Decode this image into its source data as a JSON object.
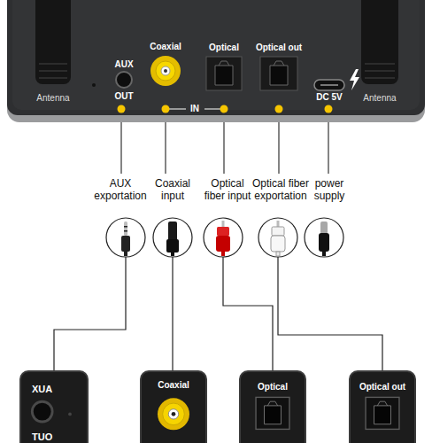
{
  "diagram": {
    "nodes": [
      {
        "text": [
          "XUA",
          "TUO"
        ]
      },
      {
        "text": [
          "Coaxial"
        ]
      },
      {
        "text": [
          "Optical"
        ]
      },
      {
        "text": [
          "Optical out"
        ]
      }
    ],
    "labels": [
      "Antenna",
      "AUX",
      "OUT",
      "Coaxial",
      "Optical",
      "Optical out",
      "DC 5V",
      "Antenna",
      "IN",
      "AUX exportation",
      "Coaxial input",
      "Optical fiber input",
      "Optical fiber exportation",
      "power supply"
    ]
  }
}
